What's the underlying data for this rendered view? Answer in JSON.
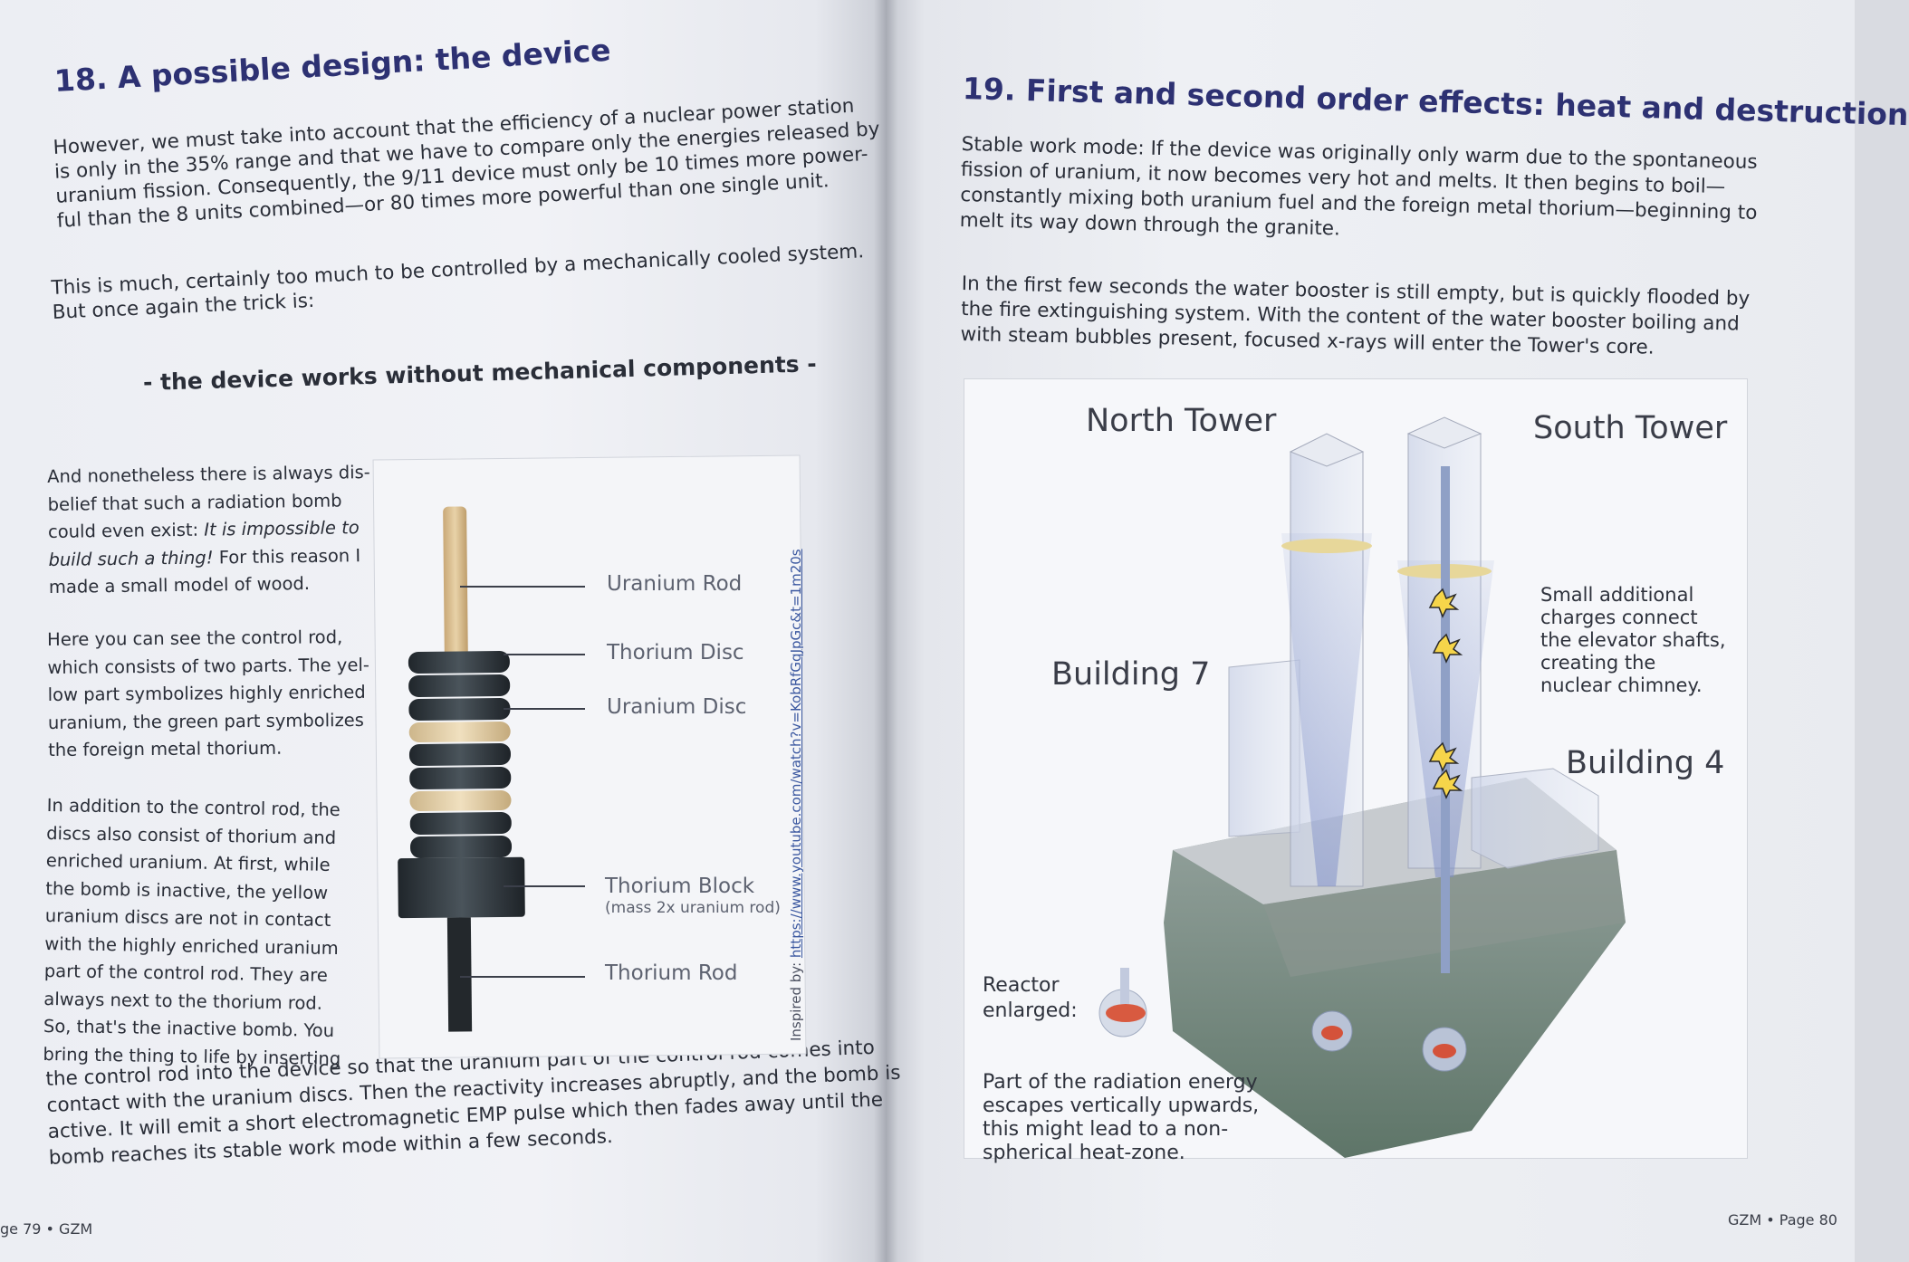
{
  "left": {
    "heading": "18. A possible design: the device",
    "intro": [
      "However, we must take into account that the efficiency of a nuclear power station",
      "is only in the 35% range and that we have to compare only the energies released by",
      "uranium fission. Consequently, the 9/11 device must only be 10 times more power-",
      "ful than the 8 units combined—or 80 times more powerful than one single unit."
    ],
    "para2": [
      "This is much, certainly too much to be controlled by a mechanically cooled system.",
      "But once again the trick is:"
    ],
    "emphasis": "- the device works without mechanical components -",
    "col_para1": {
      "lines": [
        "And nonetheless there is always dis-",
        "belief that such a radiation bomb",
        "could even exist: "
      ],
      "italic": "It is impossible to",
      "italic2": "build such a thing!",
      "after_italic": " For this reason I",
      "last": "made a small model of wood."
    },
    "col_para2": [
      "Here you can see the control rod,",
      "which consists of two parts. The yel-",
      "low part symbolizes highly enriched",
      "uranium, the green part symbolizes",
      "the foreign metal thorium."
    ],
    "col_para3": [
      "In addition to the control rod, the",
      "discs also consist of thorium and",
      "enriched uranium. At first, while",
      "the bomb is inactive, the yellow",
      "uranium discs are not in contact",
      "with the highly enriched uranium",
      "part of the control rod. They are",
      "always next to the thorium rod.",
      "So, that's the inactive bomb. You",
      "bring the thing to life by inserting"
    ],
    "closing": [
      "the control rod into the device so that the uranium part of the control rod comes into",
      "contact with the uranium discs. Then the reactivity increases abruptly, and the bomb is",
      "active. It will emit a short electromagnetic EMP pulse which then fades away until the",
      "bomb reaches its stable work mode within a few seconds."
    ],
    "figure": {
      "labels": {
        "uranium_rod": "Uranium Rod",
        "thorium_disc": "Thorium Disc",
        "uranium_disc": "Uranium Disc",
        "thorium_block": "Thorium Block",
        "thorium_block_sub": "(mass 2x uranium rod)",
        "thorium_rod": "Thorium Rod"
      },
      "credit_prefix": "Inspired by: ",
      "credit_link": "https://www.youtube.com/watch?v=KobRfGqJpGc&t=1m20s",
      "colors": {
        "wood": "#d8bd8e",
        "disc_dark": "#2b3238",
        "disc_light": "#e3cfa8",
        "block": "#30373d",
        "rod_dark": "#23282c"
      }
    },
    "footer": "ge 79 • GZM"
  },
  "right": {
    "heading": "19. First and second order effects: heat and destruction",
    "para1": [
      "Stable work mode: If the device was originally only warm due to the spontaneous",
      "fission of uranium, it now becomes very hot and melts. It then begins to boil—",
      "constantly mixing both uranium fuel and the foreign metal thorium—beginning to",
      "melt its way down through the granite."
    ],
    "para2": [
      "In the first few seconds the water booster is still empty, but is quickly flooded by",
      "the fire extinguishing system. With the content of the water booster boiling and",
      "with steam bubbles present, focused x-rays will enter the Tower's core."
    ],
    "figure": {
      "north_tower": "North Tower",
      "south_tower": "South Tower",
      "building7": "Building 7",
      "building4": "Building 4",
      "charges_note": [
        "Small additional",
        "charges connect",
        "the elevator shafts,",
        "creating the",
        "nuclear chimney."
      ],
      "reactor_note": [
        "Reactor",
        "enlarged:"
      ],
      "radiation_note": [
        "Part of the radiation energy",
        "escapes vertically upwards,",
        "this might lead to a non-",
        "spherical heat-zone."
      ]
    },
    "footer": "GZM • Page 80"
  }
}
